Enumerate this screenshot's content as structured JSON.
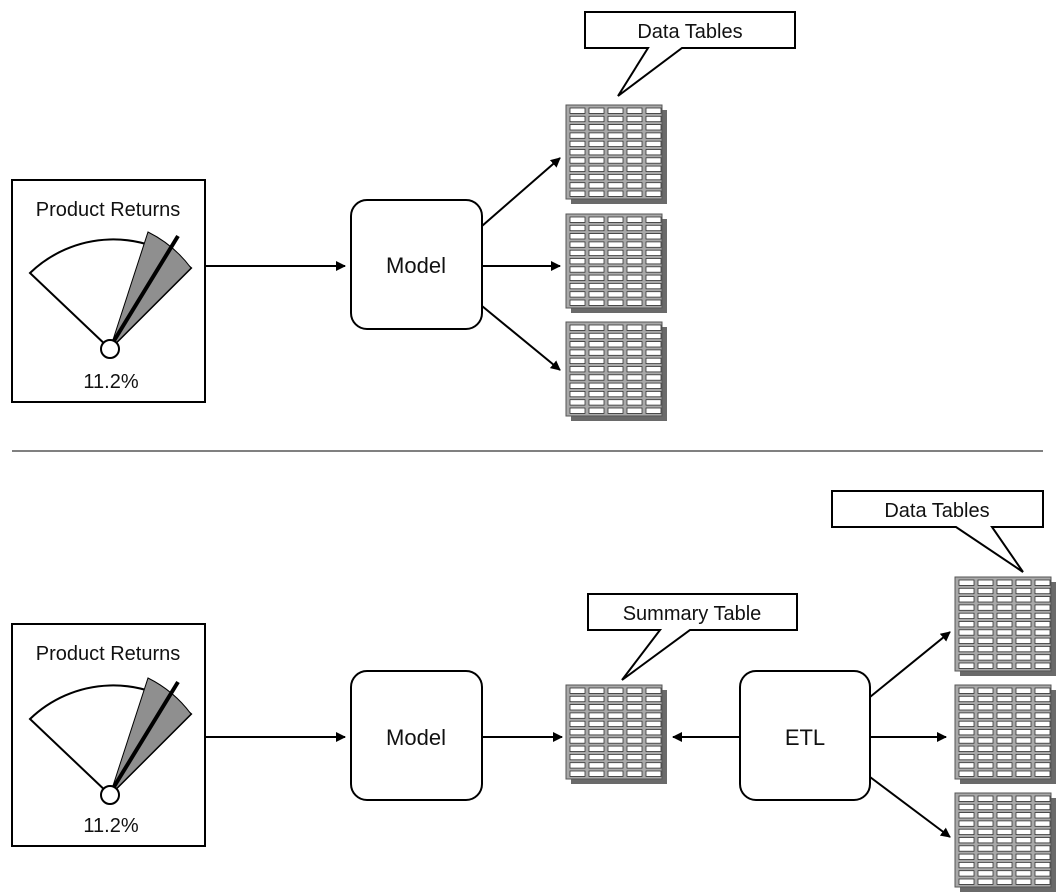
{
  "colors": {
    "stroke": "#000000",
    "gauge_band": "#8f8f8f",
    "table_body": "#a9a9a9",
    "table_shadow": "#6a6a6a",
    "table_cell": "#ffffff"
  },
  "top": {
    "gauge": {
      "title": "Product Returns",
      "value_text": "11.2%",
      "value": 11.2
    },
    "model_label": "Model",
    "callout_label": "Data Tables"
  },
  "bottom": {
    "gauge": {
      "title": "Product Returns",
      "value_text": "11.2%",
      "value": 11.2
    },
    "model_label": "Model",
    "summary_callout_label": "Summary Table",
    "etl_label": "ETL",
    "callout_label": "Data Tables"
  }
}
